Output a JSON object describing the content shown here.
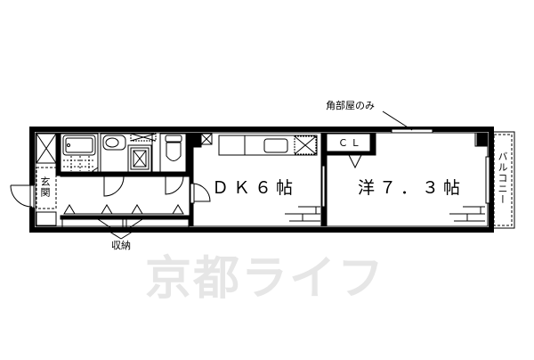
{
  "floorplan": {
    "rooms": {
      "dk": {
        "label": "ＤＫ６帖",
        "type": "DK",
        "size_jo": 6
      },
      "western": {
        "label": "洋７．３帖",
        "type": "洋室",
        "size_jo": 7.3
      },
      "entrance": {
        "label": "玄関"
      },
      "balcony": {
        "label": "バルコニー"
      },
      "closet": {
        "label": "ＣＬ"
      },
      "storage": {
        "label": "収納"
      }
    },
    "annotations": {
      "corner_room_only": "角部屋のみ"
    },
    "watermark": "京都ライフ",
    "colors": {
      "wall": "#000000",
      "background": "#ffffff",
      "watermark": "#e6e6e6"
    }
  }
}
